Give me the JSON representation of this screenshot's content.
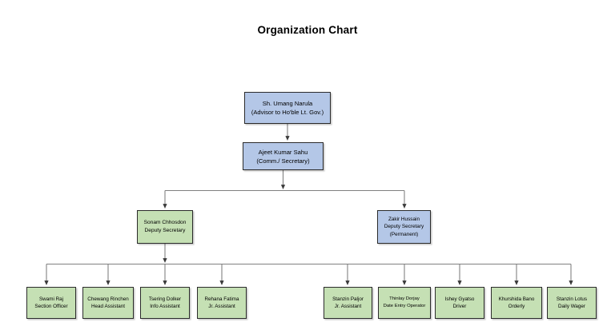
{
  "page": {
    "title": "Organization Chart",
    "background_color": "#ffffff"
  },
  "colors": {
    "blue_fill": "#b4c7e7",
    "green_fill": "#c5e0b4",
    "border": "#2b2b2b",
    "connector": "#808080",
    "arrowhead": "#3a3a3a",
    "text": "#000000"
  },
  "chart_data": {
    "type": "diagram",
    "title": "Organization Chart",
    "orientation": "top-down",
    "nodes": [
      {
        "id": "advisor",
        "lines": [
          "Sh. Umang Narula",
          "(Advisor to Ho'ble Lt. Gov.)"
        ],
        "fill": "#b4c7e7",
        "level": 0
      },
      {
        "id": "secretary",
        "lines": [
          "Ajeet Kumar Sahu",
          "(Comm./ Secretary)"
        ],
        "fill": "#b4c7e7",
        "level": 1
      },
      {
        "id": "deputy-left",
        "lines": [
          "Sonam Chhosdon",
          "Deputy Secretary"
        ],
        "fill": "#c5e0b4",
        "level": 2
      },
      {
        "id": "deputy-right",
        "lines": [
          "Zakir Hussain",
          "Deputy Secretary",
          "(Permanent)"
        ],
        "fill": "#b4c7e7",
        "level": 2
      },
      {
        "id": "staff-1",
        "lines": [
          "Swami Raj",
          "Section Officer"
        ],
        "fill": "#c5e0b4",
        "level": 3
      },
      {
        "id": "staff-2",
        "lines": [
          "Chewang Rinchen",
          "Head Assistant"
        ],
        "fill": "#c5e0b4",
        "level": 3
      },
      {
        "id": "staff-3",
        "lines": [
          "Tsering Dolker",
          "Info Assistant"
        ],
        "fill": "#c5e0b4",
        "level": 3
      },
      {
        "id": "staff-4",
        "lines": [
          "Rehana Fatima",
          "Jr. Assistant"
        ],
        "fill": "#c5e0b4",
        "level": 3
      },
      {
        "id": "staff-5",
        "lines": [
          "Stanzin Paljor",
          "Jr. Assistant"
        ],
        "fill": "#c5e0b4",
        "level": 3
      },
      {
        "id": "staff-6",
        "lines": [
          "Thinlay Dorjay",
          "Date Entry Operator"
        ],
        "fill": "#c5e0b4",
        "level": 3
      },
      {
        "id": "staff-7",
        "lines": [
          "Ishey Gyatso",
          "Driver"
        ],
        "fill": "#c5e0b4",
        "level": 3
      },
      {
        "id": "staff-8",
        "lines": [
          "Khurshida Bano",
          "Orderly"
        ],
        "fill": "#c5e0b4",
        "level": 3
      },
      {
        "id": "staff-9",
        "lines": [
          "Stanzin Lotus",
          "Daily Wager"
        ],
        "fill": "#c5e0b4",
        "level": 3
      }
    ],
    "edges": [
      {
        "from": "advisor",
        "to": "secretary"
      },
      {
        "from": "secretary",
        "to": "deputy-left"
      },
      {
        "from": "secretary",
        "to": "deputy-right"
      },
      {
        "from": "deputy-left",
        "to": "staff-1"
      },
      {
        "from": "deputy-left",
        "to": "staff-2"
      },
      {
        "from": "deputy-left",
        "to": "staff-3"
      },
      {
        "from": "deputy-left",
        "to": "staff-4"
      },
      {
        "from": "deputy-left",
        "to": "staff-5"
      },
      {
        "from": "deputy-left",
        "to": "staff-6"
      },
      {
        "from": "deputy-left",
        "to": "staff-7"
      },
      {
        "from": "deputy-left",
        "to": "staff-8"
      },
      {
        "from": "deputy-left",
        "to": "staff-9"
      }
    ]
  },
  "nodes": {
    "advisor": {
      "l0": "Sh. Umang Narula",
      "l1": "(Advisor to Ho'ble Lt. Gov.)"
    },
    "secretary": {
      "l0": "Ajeet Kumar Sahu",
      "l1": "(Comm./ Secretary)"
    },
    "deputy_left": {
      "l0": "Sonam Chhosdon",
      "l1": "Deputy Secretary"
    },
    "deputy_right": {
      "l0": "Zakir Hussain",
      "l1": "Deputy Secretary",
      "l2": "(Permanent)"
    },
    "staff": [
      {
        "l0": "Swami Raj",
        "l1": "Section Officer"
      },
      {
        "l0": "Chewang Rinchen",
        "l1": "Head Assistant"
      },
      {
        "l0": "Tsering Dolker",
        "l1": "Info Assistant"
      },
      {
        "l0": "Rehana Fatima",
        "l1": "Jr. Assistant"
      },
      {
        "l0": "Stanzin Paljor",
        "l1": "Jr. Assistant"
      },
      {
        "l0": "Thinlay Dorjay",
        "l1": "Date Entry Operator"
      },
      {
        "l0": "Ishey Gyatso",
        "l1": "Driver"
      },
      {
        "l0": "Khurshida Bano",
        "l1": "Orderly"
      },
      {
        "l0": "Stanzin Lotus",
        "l1": "Daily Wager"
      }
    ]
  }
}
